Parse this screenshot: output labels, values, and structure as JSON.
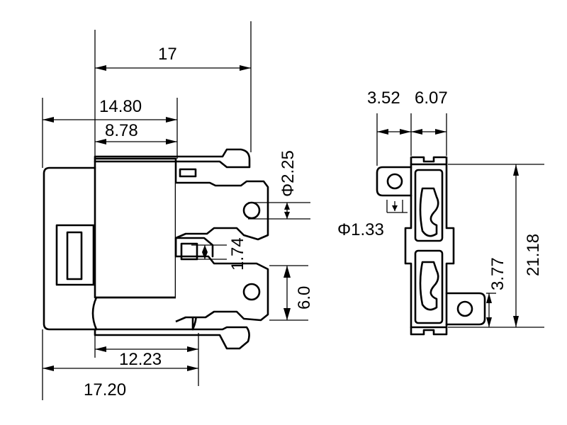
{
  "dimensions": {
    "d17": "17",
    "d14_80": "14.80",
    "d8_78": "8.78",
    "d12_23": "12.23",
    "d17_20": "17.20",
    "phi2_25": "Φ2.25",
    "d1_74": "1.74",
    "d6_0": "6.0",
    "d3_52": "3.52",
    "d6_07": "6.07",
    "phi1_33": "Φ1.33",
    "d3_77": "3.77",
    "d21_18": "21.18"
  }
}
